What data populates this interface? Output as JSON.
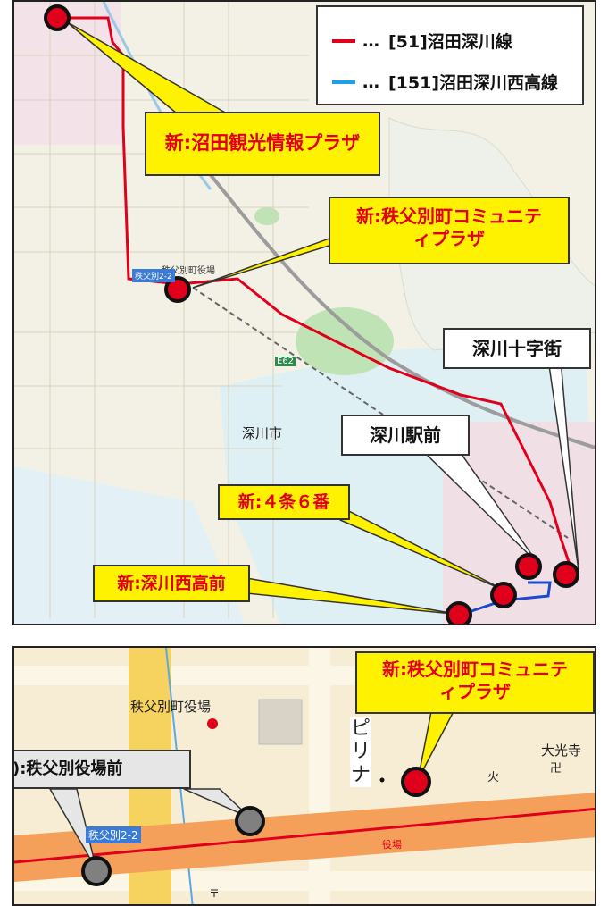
{
  "legend": {
    "items": [
      {
        "label": "[51]沼田深川線",
        "color": "#e0001b"
      },
      {
        "label": "[151]沼田深川西高線",
        "color": "#1ea0e6"
      }
    ],
    "dots": "…"
  },
  "top_callouts": {
    "numata": "新:沼田観光情報プラザ",
    "chichibu_line1": "新:秩父別町コミュニテ",
    "chichibu_line2": "ィプラザ",
    "jujigai": "深川十字街",
    "ekimae": "深川駅前",
    "jo4": "新:４条６番",
    "nishikou": "新:深川西高前"
  },
  "top_map_labels": {
    "city": "深川市",
    "town_office": "秩父別町役場",
    "route_sign_1": "秩父別2-2",
    "road_e62": "E62"
  },
  "bottom_callouts": {
    "chichibu_line1": "新:秩父別町コミュニテ",
    "chichibu_line2": "ィプラザ",
    "old_stop": "):秩父別役場前"
  },
  "bottom_map_labels": {
    "town_office": "秩父別町役場",
    "pirina": "ピリナ",
    "temple": "大光寺",
    "temple_mark": "卍",
    "fire_mark": "火",
    "bus_sign": "秩父別2-2",
    "office_short": "役場",
    "post_mark": "〒"
  },
  "colors": {
    "route51": "#e0001b",
    "route151": "#1ea0e6",
    "stop_new": "#e0001b",
    "stop_old": "#808080",
    "callout_bg": "#fff200"
  }
}
